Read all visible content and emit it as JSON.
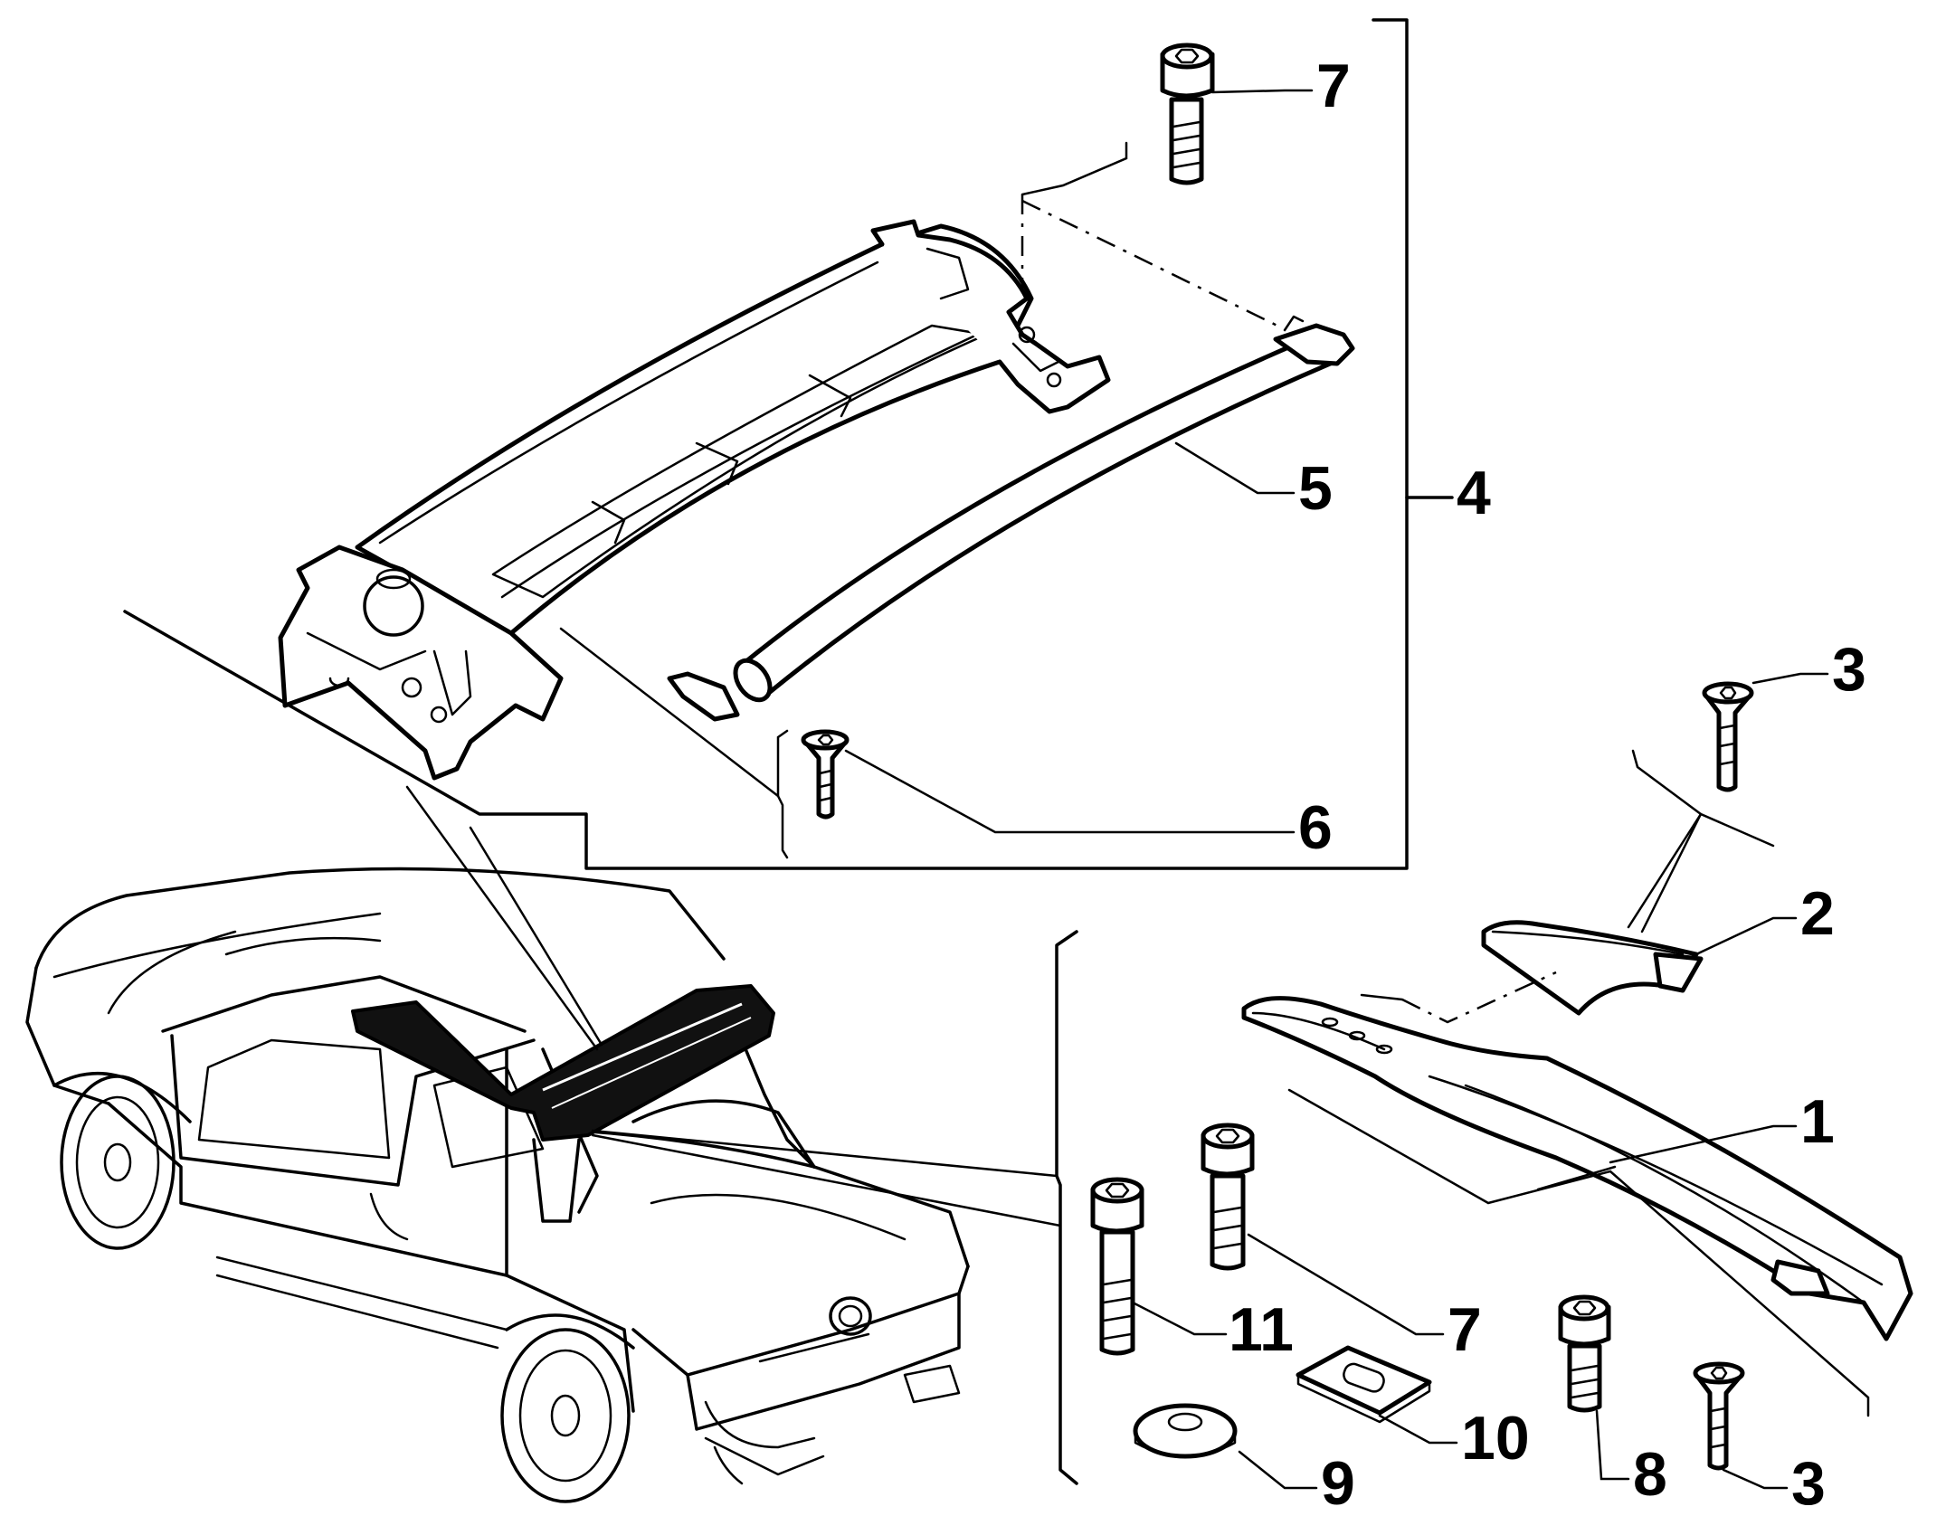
{
  "diagram": {
    "callouts": {
      "c1": "1",
      "c2": "2",
      "c3a": "3",
      "c3b": "3",
      "c4": "4",
      "c5": "5",
      "c6": "6",
      "c7a": "7",
      "c7b": "7",
      "c8": "8",
      "c9": "9",
      "c10": "10",
      "c11": "11"
    },
    "parts": [
      {
        "id": "1",
        "name": "roof-rail-spoiler"
      },
      {
        "id": "2",
        "name": "end-cap-cover"
      },
      {
        "id": "3",
        "name": "countersunk-screw"
      },
      {
        "id": "4",
        "name": "roll-bar-assembly"
      },
      {
        "id": "5",
        "name": "crossbar-tube"
      },
      {
        "id": "6",
        "name": "countersunk-screw"
      },
      {
        "id": "7",
        "name": "socket-head-bolt"
      },
      {
        "id": "8",
        "name": "socket-head-bolt"
      },
      {
        "id": "9",
        "name": "flat-washer"
      },
      {
        "id": "10",
        "name": "square-plate"
      },
      {
        "id": "11",
        "name": "socket-head-bolt"
      }
    ],
    "colors": {
      "line": "#000000",
      "background": "#ffffff",
      "highlight": "#111111"
    }
  }
}
